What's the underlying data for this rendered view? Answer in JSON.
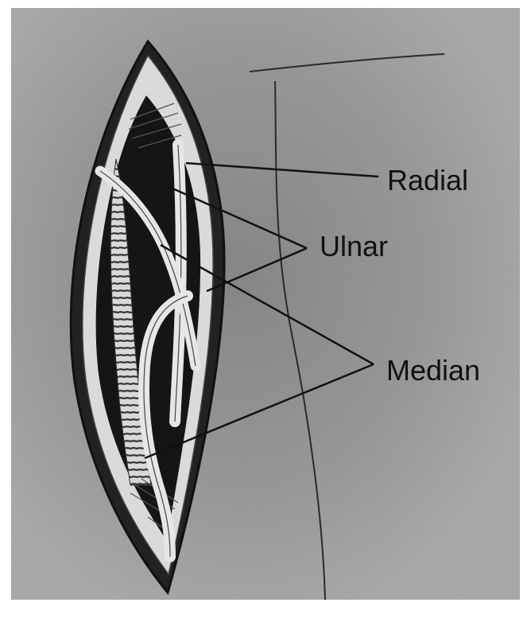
{
  "labels": {
    "radial": "Radial",
    "ulnar": "Ulnar",
    "median": "Median"
  },
  "colors": {
    "background": "#9a9a9a",
    "ink": "#111111",
    "nerve": "#e6e6e6"
  }
}
